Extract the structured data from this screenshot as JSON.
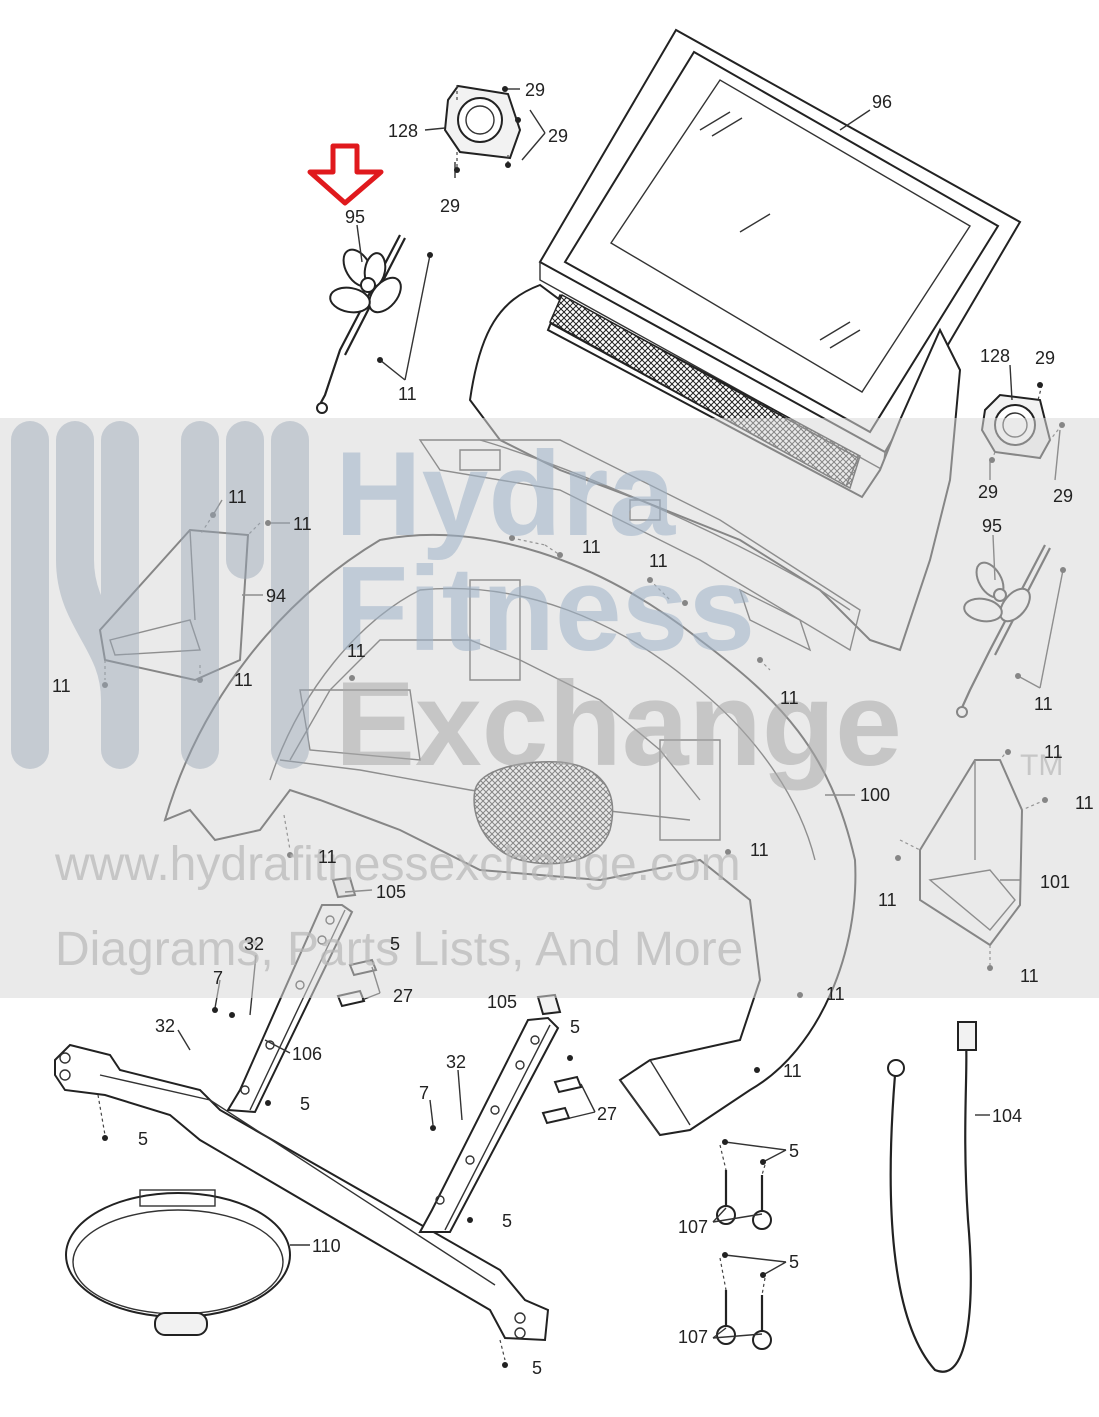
{
  "watermark": {
    "line1": "Hydra",
    "line2": "Fitness",
    "line3": "Exchange",
    "tm": "TM",
    "url": "www.hydrafitnessexchange.com",
    "tagline": "Diagrams, Parts Lists, And More"
  },
  "callouts": {
    "c29a": "29",
    "c29b": "29",
    "c29c": "29",
    "c128a": "128",
    "c96": "96",
    "c95a": "95",
    "c11a": "11",
    "c128b": "128",
    "c29d": "29",
    "c29e": "29",
    "c29f": "29",
    "c11b": "11",
    "c11c": "11",
    "c94": "94",
    "c11d": "11",
    "c11e": "11",
    "c11f": "11",
    "c11g": "11",
    "c11h": "11",
    "c95b": "95",
    "c11i": "11",
    "c11j": "11",
    "c11k": "11",
    "c100": "100",
    "c11l": "11",
    "c11m": "11",
    "c101": "101",
    "c11n": "11",
    "c11o": "11",
    "c11p": "11",
    "c105a": "105",
    "c5a": "5",
    "c32a": "32",
    "c7a": "7",
    "c27a": "27",
    "c32b": "32",
    "c106": "106",
    "c5b": "5",
    "c5c": "5",
    "c105b": "105",
    "c5d": "5",
    "c32c": "32",
    "c7b": "7",
    "c27b": "27",
    "c5e": "5",
    "c110": "110",
    "c5f": "5",
    "c11q": "11",
    "c104": "104",
    "c5g": "5",
    "c107a": "107",
    "c5h": "5",
    "c107b": "107",
    "c11r": "11"
  }
}
